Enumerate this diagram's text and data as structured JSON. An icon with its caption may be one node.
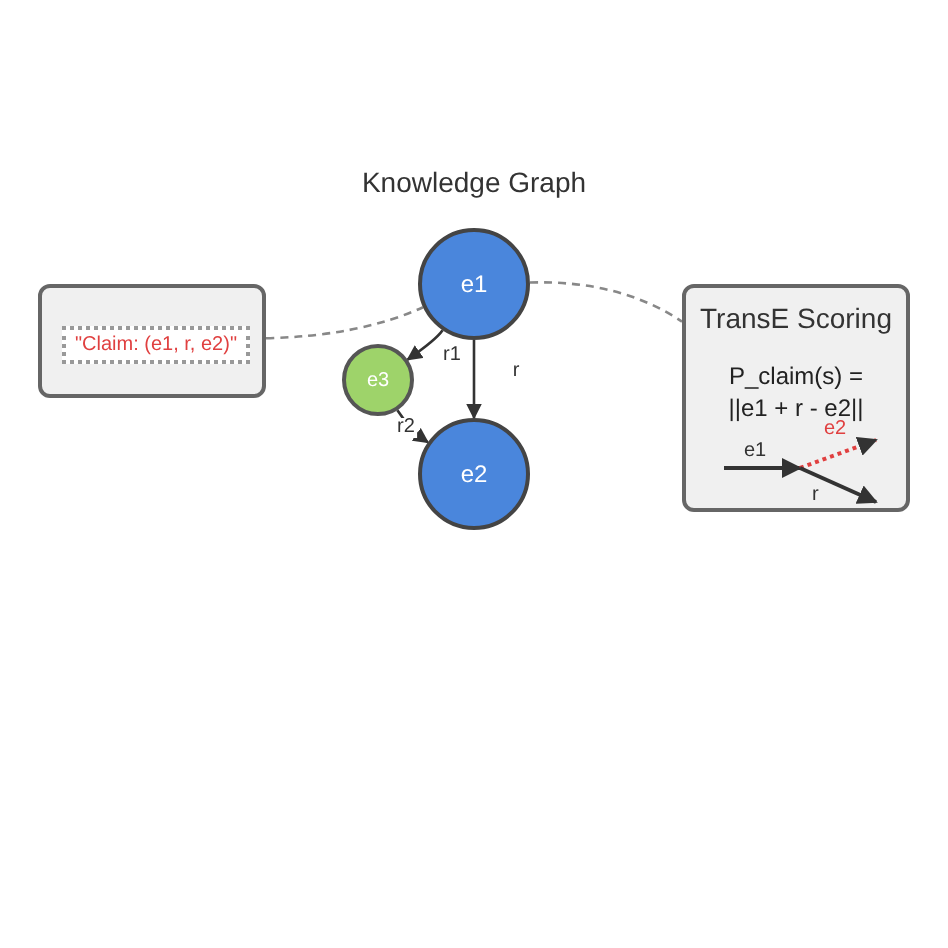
{
  "diagram": {
    "title": "Knowledge Graph",
    "nodes": [
      {
        "text": [],
        "shape": "box"
      },
      {
        "text": [
          "\"Claim: (e1, r, e2)\""
        ],
        "in": 0
      },
      {
        "text": [
          "e1"
        ]
      },
      {
        "text": [
          "e3"
        ]
      },
      {
        "text": [
          "e2"
        ]
      },
      {
        "text": [
          "TransE Scoring",
          "P_claim(s) = ||e1 + r - e2||"
        ]
      }
    ],
    "edges": [
      {
        "from": 0,
        "to": 2,
        "arrow": "none",
        "style": "dashed",
        "color": "#888888"
      },
      {
        "from": 2,
        "to": 5,
        "arrow": "none",
        "style": "dashed",
        "color": "#888888"
      },
      {
        "from": 2,
        "to": 3,
        "arrow": "to",
        "label": "r1"
      },
      {
        "from": 3,
        "to": 4,
        "arrow": "to",
        "label": "r2"
      },
      {
        "from": 2,
        "to": 4,
        "arrow": "to",
        "label": "r"
      }
    ],
    "labels": [
      "e1",
      "e2",
      "r"
    ]
  }
}
